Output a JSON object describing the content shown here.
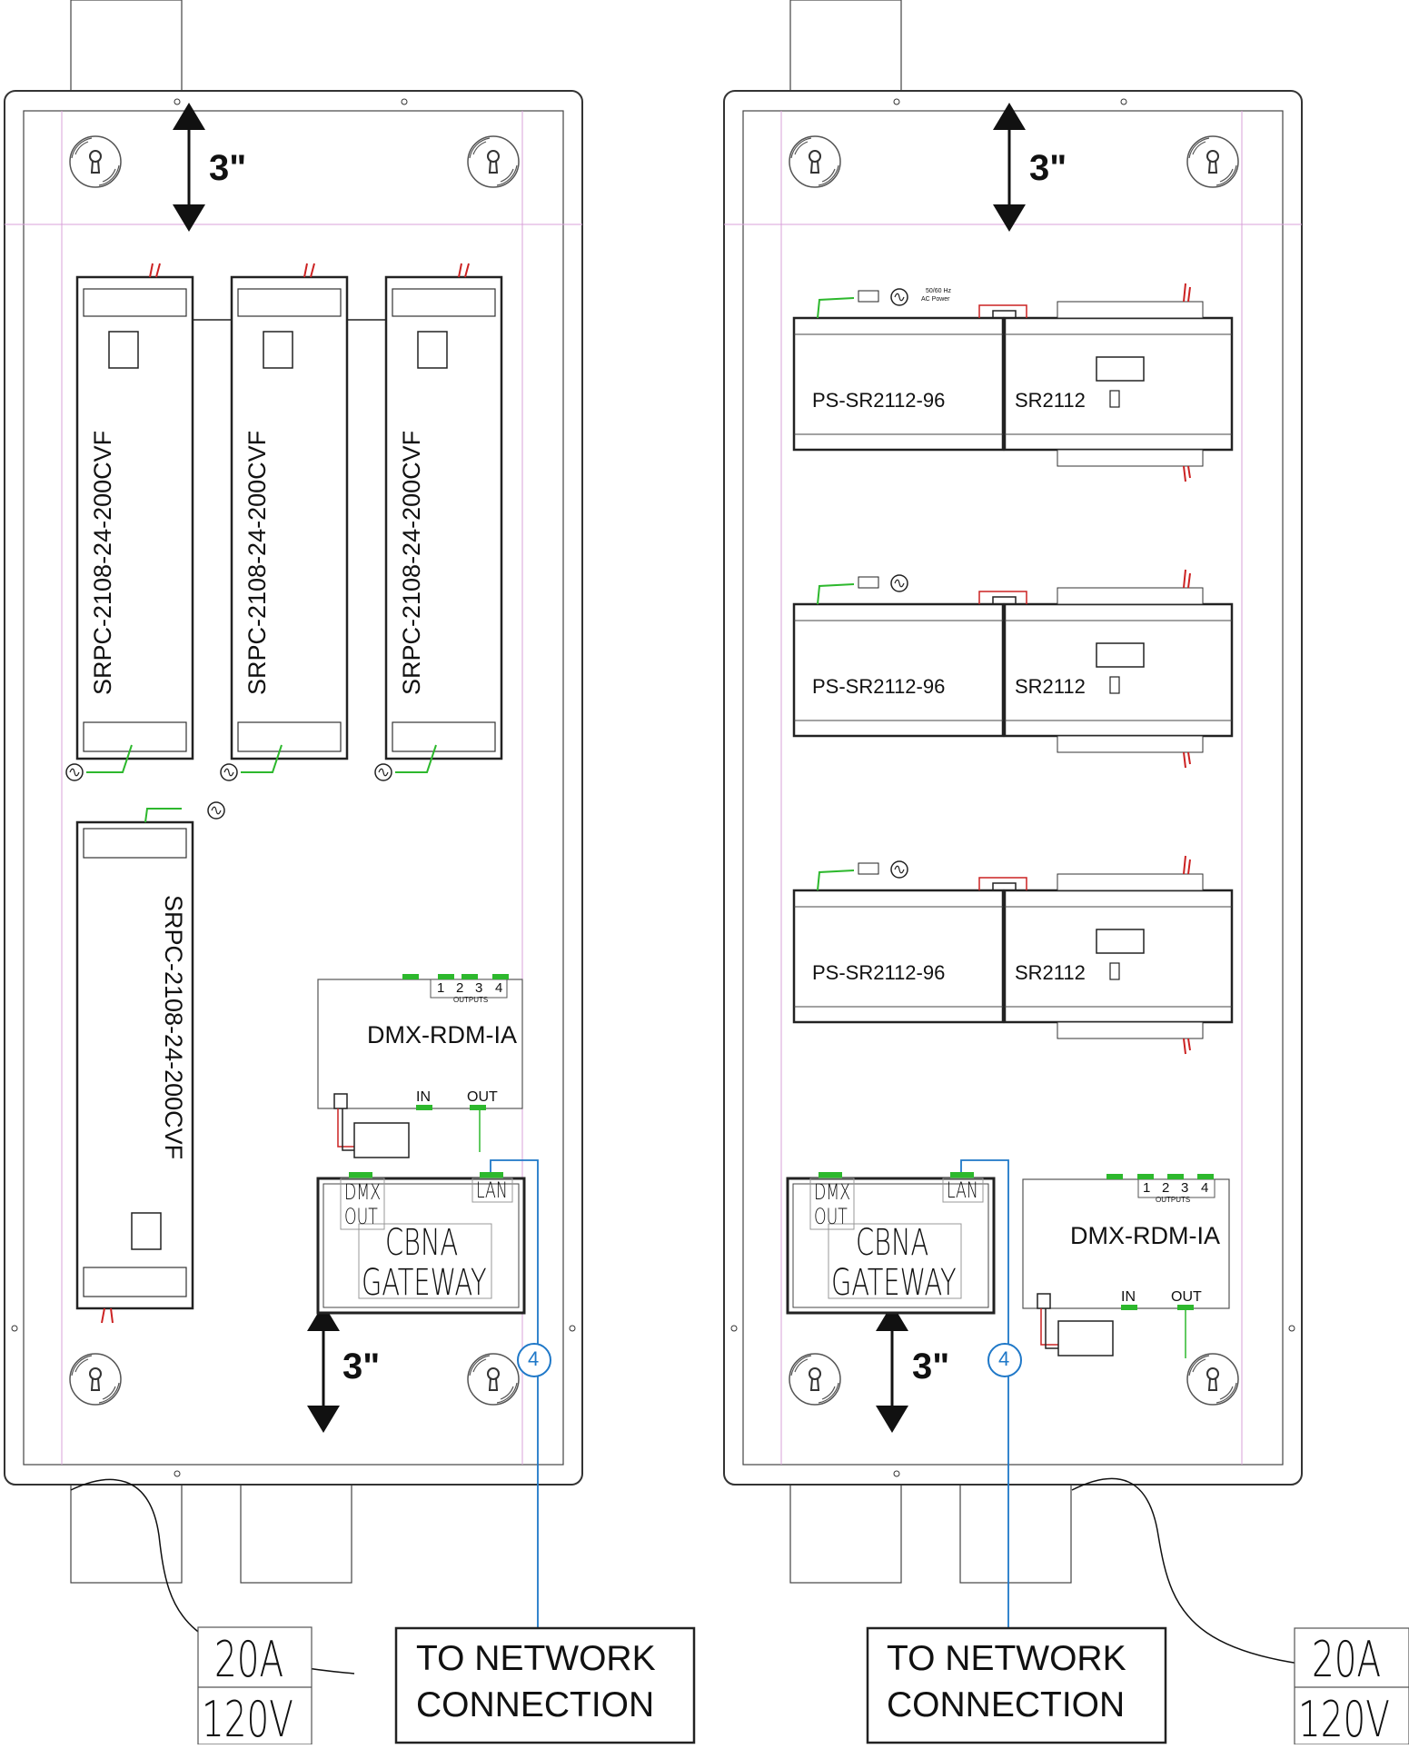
{
  "clearance_labels": [
    "3\"",
    "3\"",
    "3\"",
    "3\""
  ],
  "left_panel": {
    "drivers_vertical": [
      "SRPC-2108-24-200CVF",
      "SRPC-2108-24-200CVF",
      "SRPC-2108-24-200CVF"
    ],
    "driver_rotated": "SRPC-2108-24-200CVF",
    "dmx_rdm": {
      "label": "DMX-RDM-IA",
      "outputs": [
        "1",
        "2",
        "3",
        "4"
      ],
      "outputs_label": "OUTPUTS",
      "in_label": "IN",
      "out_label": "OUT"
    },
    "gateway": {
      "line1": "CBNA",
      "line2": "GATEWAY",
      "dmx_out_1": "DMX",
      "dmx_out_2": "OUT",
      "lan": "LAN"
    },
    "network_tag": "4",
    "power": {
      "amps": "20A",
      "volts": "120V"
    },
    "network_box": {
      "line1": "TO NETWORK",
      "line2": "CONNECTION"
    }
  },
  "right_panel": {
    "rows": [
      {
        "ps": "PS-SR2112-96",
        "controller": "SR2112"
      },
      {
        "ps": "PS-SR2112-96",
        "controller": "SR2112"
      },
      {
        "ps": "PS-SR2112-96",
        "controller": "SR2112"
      }
    ],
    "ac_label_1": "50/60 Hz",
    "ac_label_2": "AC Power",
    "dmx_rdm": {
      "label": "DMX-RDM-IA",
      "outputs": [
        "1",
        "2",
        "3",
        "4"
      ],
      "outputs_label": "OUTPUTS",
      "in_label": "IN",
      "out_label": "OUT"
    },
    "gateway": {
      "line1": "CBNA",
      "line2": "GATEWAY",
      "dmx_out_1": "DMX",
      "dmx_out_2": "OUT",
      "lan": "LAN"
    },
    "network_tag": "4",
    "power": {
      "amps": "20A",
      "volts": "120V"
    },
    "network_box": {
      "line1": "TO NETWORK",
      "line2": "CONNECTION"
    }
  },
  "colors": {
    "line": "#222222",
    "wire_green": "#2db82d",
    "wire_red": "#cc2222",
    "network_blue": "#1f78c8",
    "guide_magenta": "#d9a0d9"
  }
}
